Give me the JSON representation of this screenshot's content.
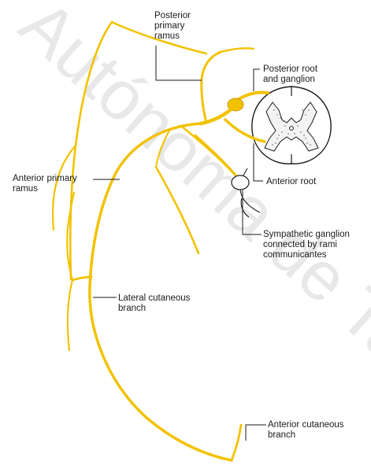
{
  "watermark": "Autónoma de Tab",
  "labels": {
    "posterior_primary_ramus": [
      "Posterior",
      "primary",
      "ramus"
    ],
    "posterior_root": [
      "Posterior root",
      "and ganglion"
    ],
    "anterior_primary_ramus": [
      "Anterior primary",
      "ramus"
    ],
    "anterior_root": [
      "Anterior root"
    ],
    "sympathetic_ganglion": [
      "Sympathetic ganglion",
      "connected by rami",
      "communicantes"
    ],
    "lateral_cutaneous_branch": [
      "Lateral cutaneous",
      "branch"
    ],
    "anterior_cutaneous_branch": [
      "Anterior cutaneous",
      "branch"
    ]
  },
  "colors": {
    "nerve": "#f2c200",
    "nerve_outline": "#c89a00",
    "grey_matter": "#f3f3f3",
    "line": "#1a1a1a"
  }
}
